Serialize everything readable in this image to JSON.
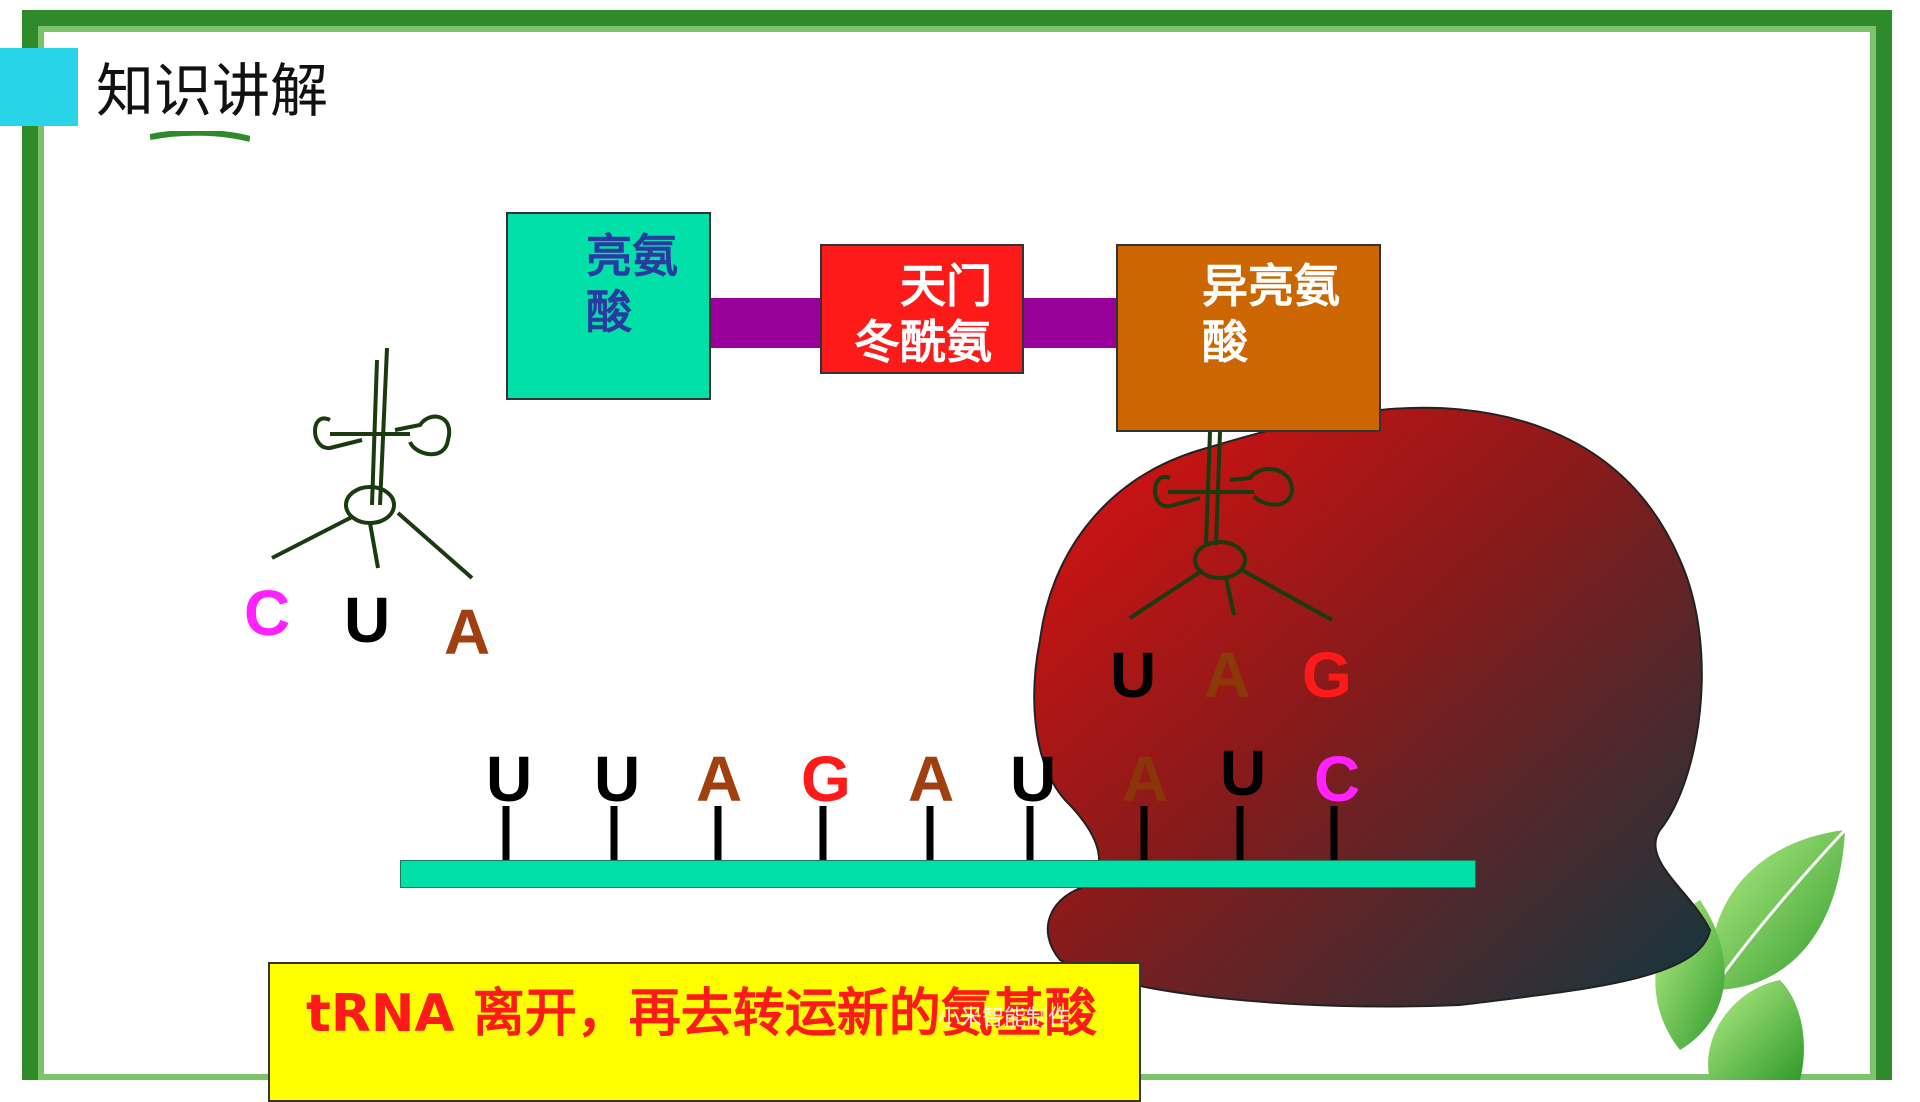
{
  "header": {
    "title": "知识讲解"
  },
  "amino_acids": {
    "leu": {
      "line1": "亮氨",
      "line2": "酸"
    },
    "asn": {
      "line1": "天门",
      "line2": "冬酰氨"
    },
    "ile": {
      "line1": "异亮氨",
      "line2": "酸"
    }
  },
  "anticodon_left": [
    "C",
    "U",
    "A"
  ],
  "anticodon_right": [
    "U",
    "A",
    "G"
  ],
  "mrna": [
    "U",
    "U",
    "A",
    "G",
    "A",
    "U",
    "A",
    "U",
    "C"
  ],
  "caption": "tRNA 离开，再去转运新的氨基酸",
  "watermark": "小米智能制作",
  "colors": {
    "U": "#000000",
    "A": "#a04010",
    "G": "#ff1a1a",
    "C": "#ff22ff",
    "ribosome_from": "#e01010",
    "ribosome_to": "#103840"
  }
}
